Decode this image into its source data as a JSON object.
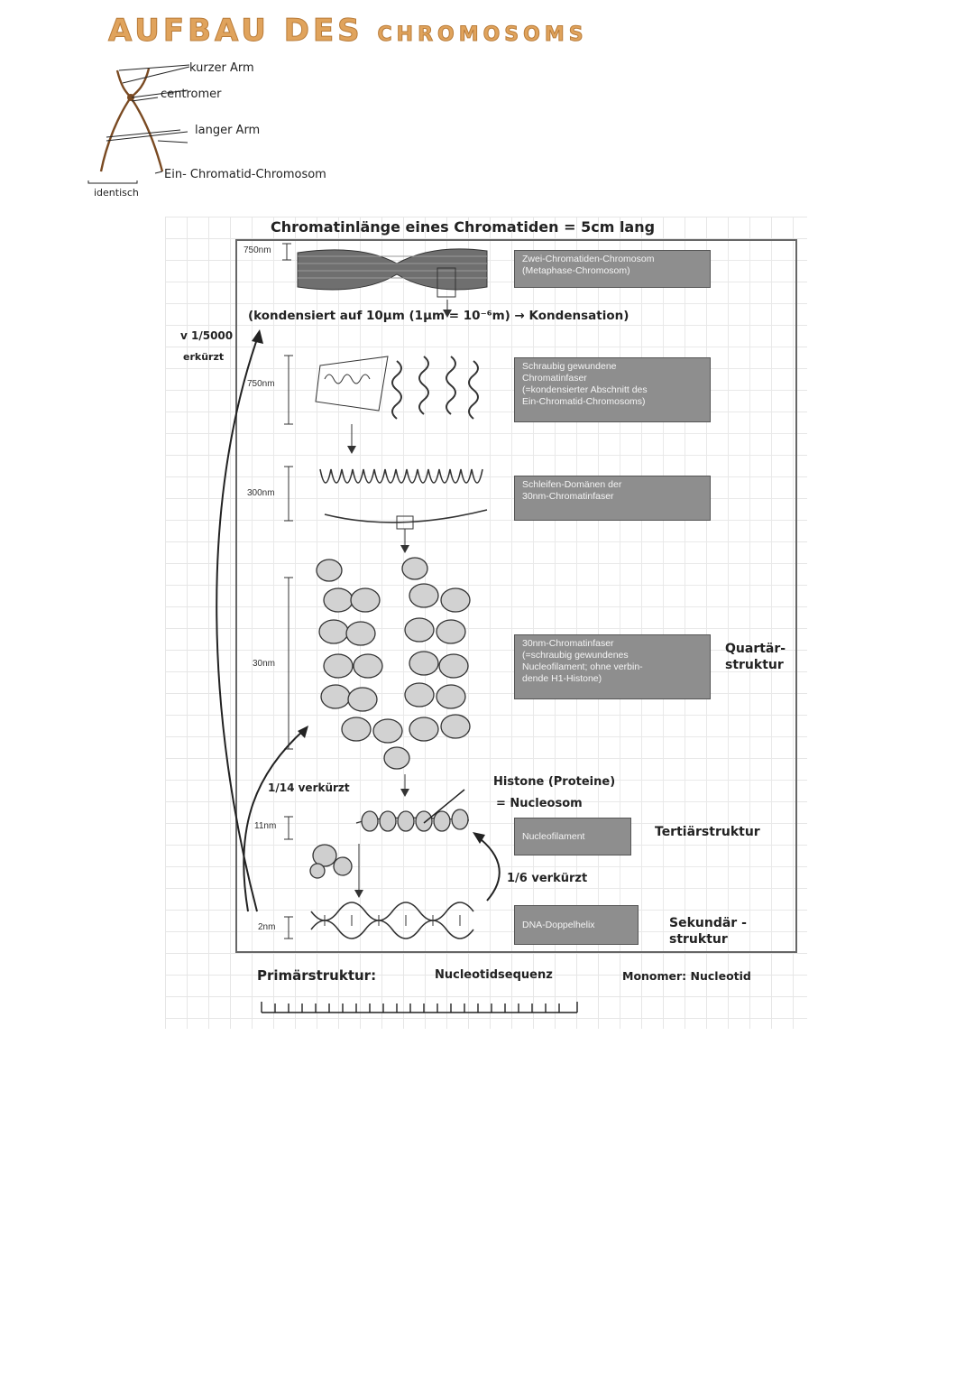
{
  "title": {
    "main": "AUFBAU DES",
    "sub": "CHROMOSOMS"
  },
  "mini": {
    "short_arm": "kurzer Arm",
    "centromere": "centromer",
    "long_arm": "langer Arm",
    "one_chromatid": "Ein- Chromatid-Chromosom",
    "identical": "identisch"
  },
  "header_note": "Chromatinlänge eines Chromatiden = 5cm lang",
  "condense_note": "(kondensiert auf 10µm (1µm = 10⁻⁶m) → Kondensation)",
  "left_fraction": "v 1/5000",
  "left_shortened": "erkürzt",
  "sizes": [
    "750nm",
    "750nm",
    "300nm",
    "30nm",
    "11nm",
    "2nm"
  ],
  "boxes": {
    "b1": [
      "Zwei-Chromatiden-Chromosom",
      "(Metaphase-Chromosom)"
    ],
    "b2": [
      "Schraubig gewundene",
      "Chromatinfaser",
      "(=kondensierter Abschnitt des",
      "Ein-Chromatid-Chromosoms)"
    ],
    "b3": [
      "Schleifen-Domänen der",
      "30nm-Chromatinfaser"
    ],
    "b4": [
      "30nm-Chromatinfaser",
      "(=schraubig gewundenes",
      "Nucleofilament; ohne verbin-",
      "dende H1-Histone)"
    ],
    "b5": [
      "Nucleofilament"
    ],
    "b6": [
      "DNA-Doppelhelix"
    ]
  },
  "notes": {
    "quart": [
      "Quartär-",
      "struktur"
    ],
    "tert": "Tertiärstruktur",
    "sek": [
      "Sekundär -",
      "struktur"
    ],
    "histone": "Histone (Proteine)",
    "nucleosom": "= Nucleosom",
    "short14": "1/14 verkürzt",
    "short6": "1/6 verkürzt",
    "primary": "Primärstruktur:",
    "sequence": "Nucleotidsequenz",
    "monomer": "Monomer: Nucleotid"
  }
}
